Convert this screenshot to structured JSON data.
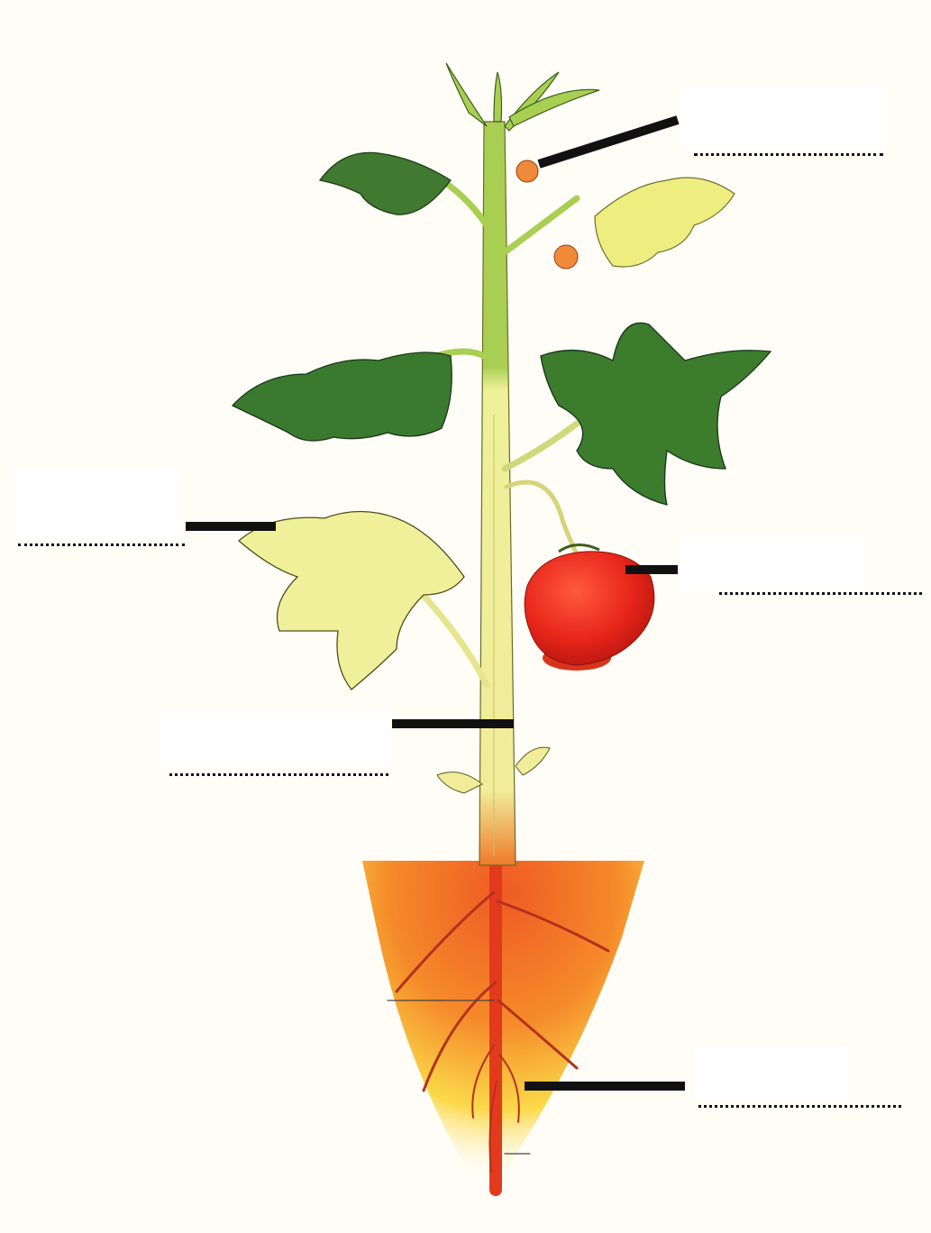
{
  "diagram": {
    "labels": [
      {
        "id": "flower",
        "text": ""
      },
      {
        "id": "leaf",
        "text": ""
      },
      {
        "id": "fruit",
        "text": ""
      },
      {
        "id": "stem",
        "text": ""
      },
      {
        "id": "root",
        "text": ""
      }
    ],
    "colors": {
      "background": "#fffdf6",
      "stem_light": "#e9e98a",
      "stem_top": "#a9cf52",
      "leaf_dark": "#2f6b2a",
      "leaf_mid": "#4f8f3a",
      "leaf_yellow": "#eef09a",
      "fruit": "#e8261b",
      "flower": "#f08a3a",
      "soil_outer": "#fff2a0",
      "soil_inner": "#ef5a24",
      "root": "#b3321c",
      "pointer": "#111111"
    }
  }
}
